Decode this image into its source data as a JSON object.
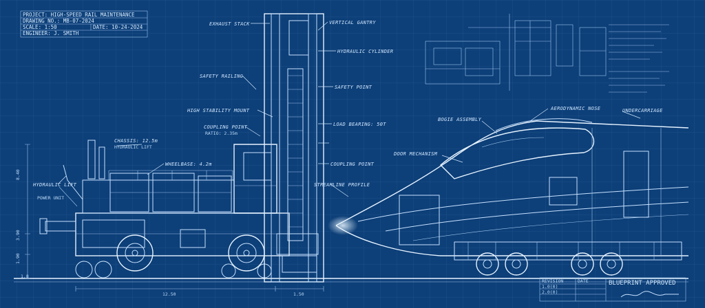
{
  "title_block": {
    "project": "PROJECT: HIGH-SPEED RAIL MAINTENANCE",
    "drawing_no": "DRAWING NO.: MB-07-2024",
    "scale": "SCALE: 1:50",
    "date": "DATE: 10-24-2024",
    "engineer": "ENGINEER: J. SMITH"
  },
  "callouts": {
    "exhaust_stack": "EXHAUST STACK",
    "vertical_gantry": "VERTICAL GANTRY",
    "hydraulic_cylinder": "HYDRAULIC CYLINDER",
    "safety_railing": "SAFETY RAILING",
    "safety_point": "SAFETY POINT",
    "high_stability_mount": "HIGH STABILITY MOUNT",
    "load_bearing": "LOAD BEARING: 50T",
    "coupling_point_left": "COUPLING POINT",
    "coupling_point_left_sub": "RATIO: 2.35m",
    "chassis": "CHASSIS: 12.5m",
    "chassis_sub": "HYDRAULIC LIFT",
    "wheelbase": "WHEELBASE: 4.2m",
    "hydraulic_lift": "HYDRAULIC LIFT",
    "hydraulic_lift_sub": "POWER UNIT",
    "coupling_point_right": "COUPLING POINT",
    "streamline_profile": "STREAMLINE PROFILE",
    "aerodynamic_nose": "AERODYNAMIC NOSE",
    "undercarriage": "UNDERCARRIAGE",
    "bogie_assembly": "BOGIE ASSEMBLY",
    "door_mechanism": "DOOR MECHANISM"
  },
  "dimensions": {
    "height_1": "8.40",
    "height_2": "3.90",
    "height_3": "1.90",
    "height_4": "1.8",
    "length_1": "12.50",
    "length_2": "1.50"
  },
  "approval_block": {
    "col_1": "REVISION",
    "col_2": "DATE",
    "row_1": "1.0(0)",
    "row_2": "2.0(0)",
    "status": "BLUEPRINT APPROVED"
  },
  "colors": {
    "background": "#0d3f78",
    "line": "#c7e2ff",
    "grid": "#2a5d96"
  }
}
